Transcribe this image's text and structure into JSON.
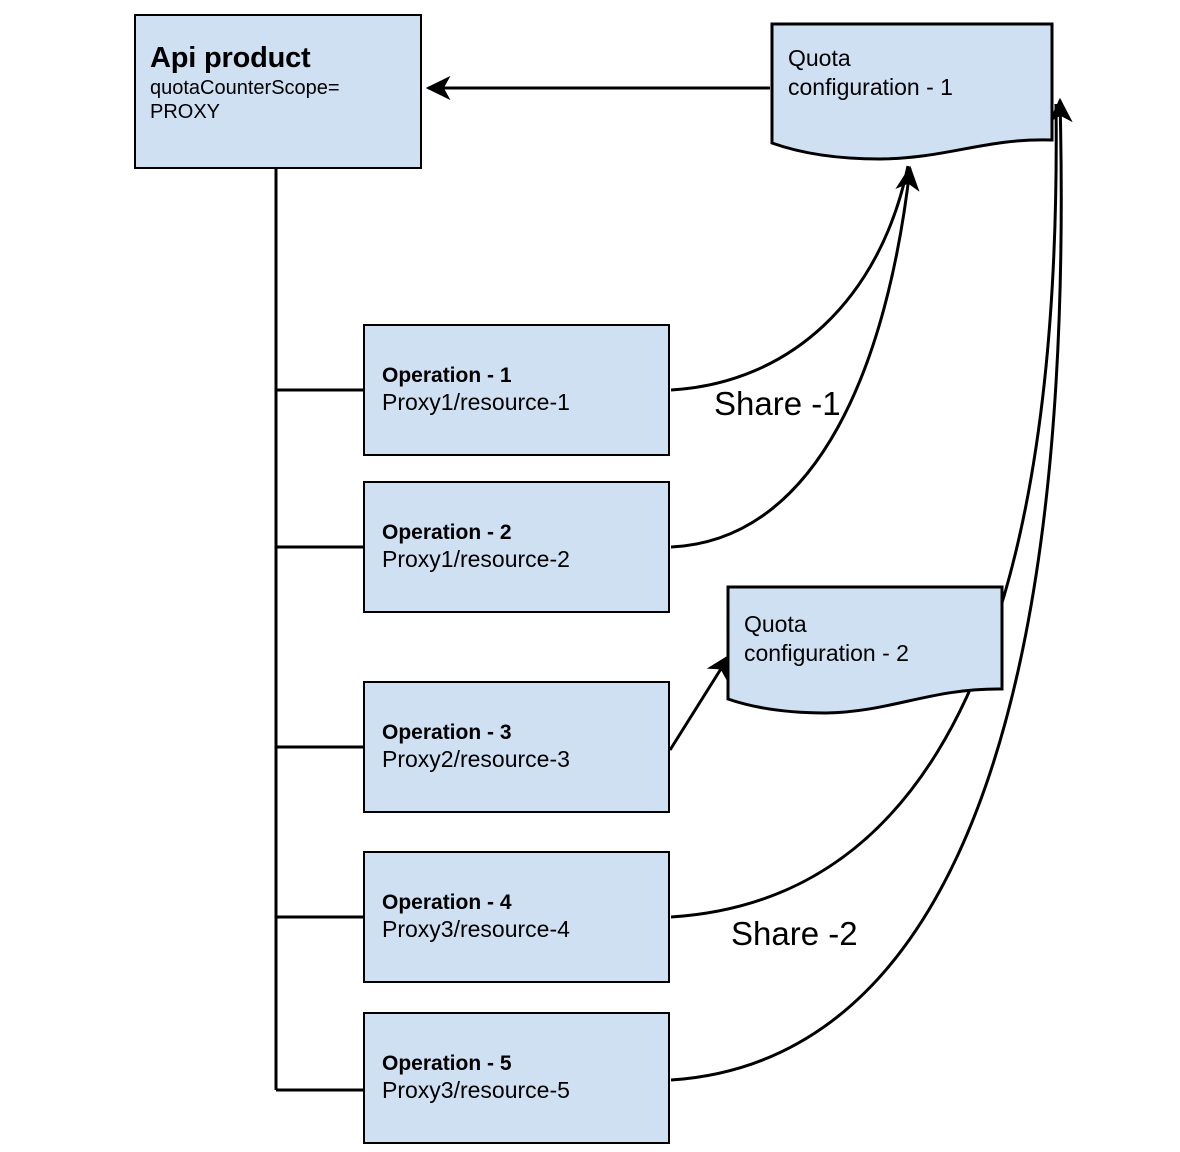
{
  "diagram": {
    "title_node": {
      "name": "Api product",
      "attribute": "quotaCounterScope=",
      "attribute_value": "PROXY"
    },
    "quota_configs": [
      {
        "id": "quota-1",
        "line1": "Quota",
        "line2": "configuration - 1"
      },
      {
        "id": "quota-2",
        "line1": "Quota",
        "line2": "configuration - 2"
      }
    ],
    "operations": [
      {
        "id": "op-1",
        "label": "Operation - 1",
        "path": "Proxy1/resource-1"
      },
      {
        "id": "op-2",
        "label": "Operation - 2",
        "path": "Proxy1/resource-2"
      },
      {
        "id": "op-3",
        "label": "Operation - 3",
        "path": "Proxy2/resource-3"
      },
      {
        "id": "op-4",
        "label": "Operation - 4",
        "path": "Proxy3/resource-4"
      },
      {
        "id": "op-5",
        "label": "Operation - 5",
        "path": "Proxy3/resource-5"
      }
    ],
    "edge_labels": {
      "share_1": "Share -1",
      "share_2": "Share -2"
    },
    "colors": {
      "node_fill": "#cfe0f3",
      "node_stroke": "#000000",
      "edge_stroke": "#000000",
      "background": "#ffffff"
    }
  }
}
